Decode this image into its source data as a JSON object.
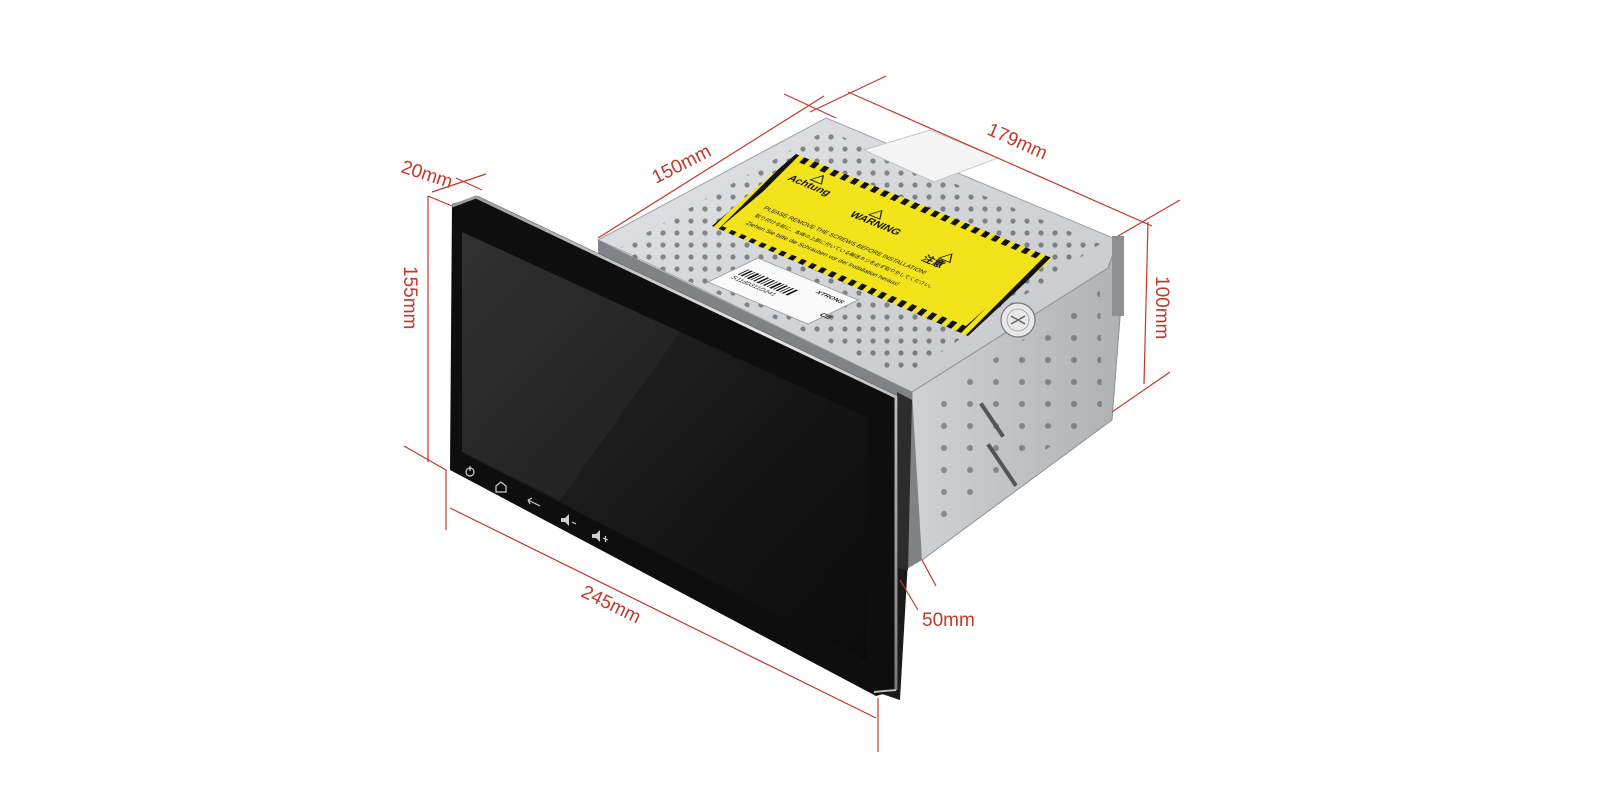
{
  "dimensions": {
    "width": "245mm",
    "height": "155mm",
    "panel_depth": "20mm",
    "chassis_width": "179mm",
    "chassis_depth": "150mm",
    "chassis_height": "100mm",
    "bezel_gap": "50mm"
  },
  "sticker": {
    "title_left": "Achtung",
    "title_center": "WARNING",
    "title_right": "注意",
    "line_en": "PLEASE REMOVE THE SCREWS BEFORE INSTALLATION!",
    "line_jp": "取り付ける前に、本体の上部に付いている輸送ネジを必ず取り外してください。",
    "line_de": "Ziehen Sie bitte die Schrauben vor der Installation heraus!"
  },
  "barcode_label": {
    "brand": "XTRONS",
    "code": "S1180311D241",
    "ce": "CE"
  },
  "colors": {
    "dimension_line": "#c0392b",
    "sticker_yellow": "#f3e31a",
    "chassis": "#c9ccce",
    "screen": "#111111"
  },
  "buttons": [
    "power-icon",
    "home-icon",
    "back-icon",
    "volume-down-icon",
    "volume-up-icon"
  ]
}
